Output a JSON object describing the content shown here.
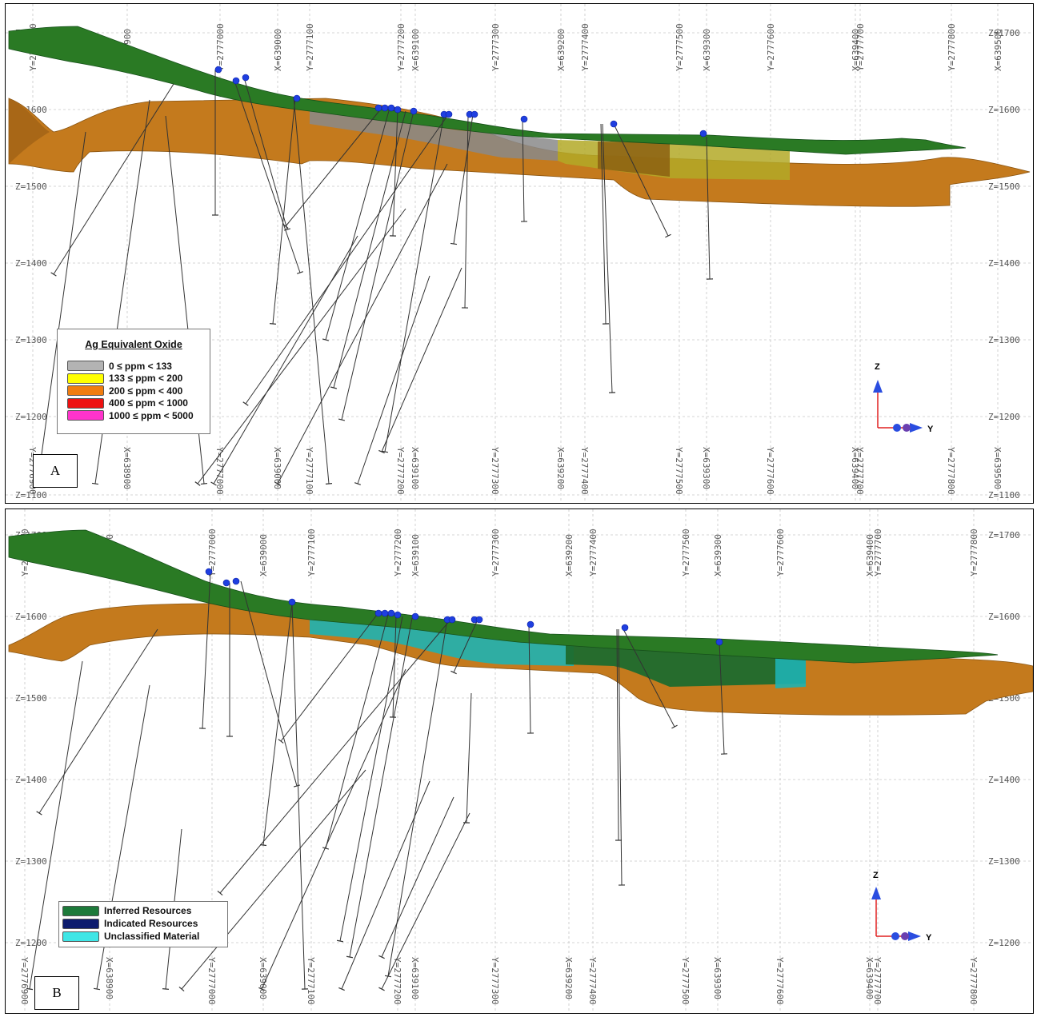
{
  "panel_a": {
    "tag": "A",
    "z_labels": [
      "Z=1700",
      "Z=1600",
      "Z=1500",
      "Z=1400",
      "Z=1300",
      "Z=1200",
      "Z=1100"
    ],
    "top_labels": [
      "Y=2776900",
      "X=638900",
      "Y=2777000",
      "X=639000",
      "Y=2777100",
      "Y=2777200",
      "X=639100",
      "Y=2777300",
      "X=639200",
      "Y=2777400",
      "Y=2777500",
      "X=639300",
      "Y=2777600",
      "X=639400",
      "Y=2777700",
      "Y=2777800",
      "X=639500"
    ],
    "bottom_labels": [
      "Y=2776900",
      "X=638900",
      "Y=2777000",
      "X=639000",
      "Y=2777100",
      "Y=2777200",
      "X=639100",
      "Y=2777300",
      "X=639200",
      "Y=2777400",
      "Y=2777500",
      "X=639300",
      "Y=2777600",
      "X=639400",
      "Y=2777700",
      "Y=2777800",
      "X=639500"
    ],
    "legend": {
      "title": "Ag Equivalent Oxide",
      "items": [
        {
          "label": "0  ≤ ppm < 133",
          "color": "#b3b3b3"
        },
        {
          "label": "133 ≤ ppm < 200",
          "color": "#ffff00"
        },
        {
          "label": "200 ≤ ppm < 400",
          "color": "#f07d10"
        },
        {
          "label": "400 ≤ ppm < 1000",
          "color": "#ee1111"
        },
        {
          "label": "1000 ≤ ppm < 5000",
          "color": "#ff33cc"
        }
      ]
    },
    "axis": {
      "z_label": "Z",
      "y_label": "Y"
    }
  },
  "panel_b": {
    "tag": "B",
    "z_labels": [
      "Z=1700",
      "Z=1600",
      "Z=1500",
      "Z=1400",
      "Z=1300",
      "Z=1200"
    ],
    "top_labels": [
      "Y=2776900",
      "X=638900",
      "Y=2777000",
      "X=639000",
      "Y=2777100",
      "Y=2777200",
      "X=639100",
      "Y=2777300",
      "X=639200",
      "Y=2777400",
      "Y=2777500",
      "X=639300",
      "Y=2777600",
      "X=639400",
      "Y=2777700",
      "Y=2777800"
    ],
    "bottom_labels": [
      "Y=2776900",
      "X=638900",
      "Y=2777000",
      "X=639000",
      "Y=2777100",
      "Y=2777200",
      "X=639100",
      "Y=2777300",
      "X=639200",
      "Y=2777400",
      "Y=2777500",
      "X=639300",
      "Y=2777600",
      "X=639400",
      "Y=2777700",
      "Y=2777800"
    ],
    "legend": {
      "items": [
        {
          "label": "Inferred Resources",
          "color": "#1d7a3a"
        },
        {
          "label": "Indicated Resources",
          "color": "#0d1b6e"
        },
        {
          "label": "Unclassified Material",
          "color": "#3ee6e6"
        }
      ]
    },
    "axis": {
      "z_label": "Z",
      "y_label": "Y"
    }
  },
  "colors": {
    "green_layer": "#2a7a24",
    "brown_layer": "#c47a1d",
    "grid": "#c8c8c8",
    "drillhole": "#333333",
    "collar": "#1f3fe0",
    "axis_z": "#2a4de0",
    "axis_y": "#e02020"
  }
}
